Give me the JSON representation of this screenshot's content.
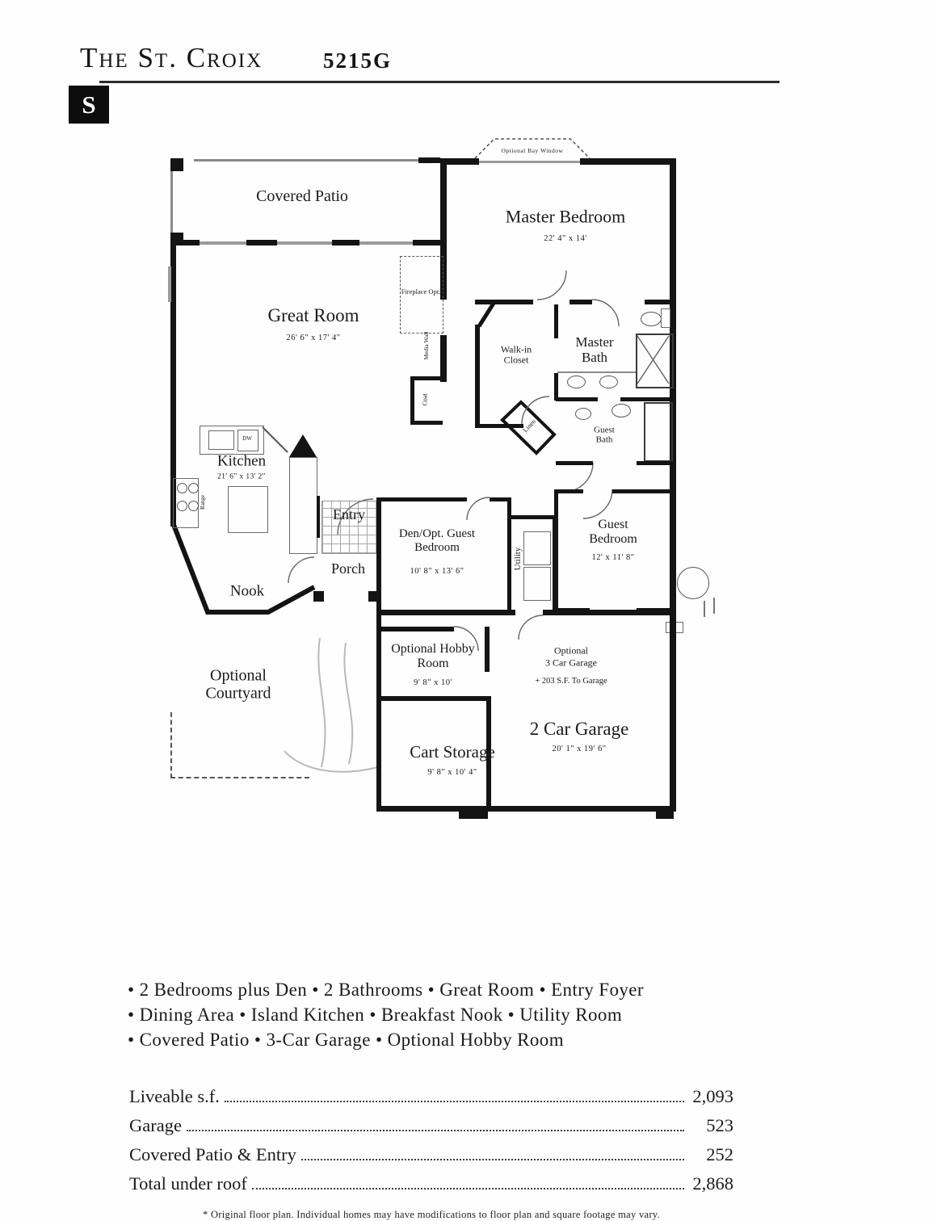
{
  "header": {
    "title": "The St. Croix",
    "plan_code": "5215G",
    "corner_letter": "S"
  },
  "plan": {
    "optional_bay_window": "Optional Bay Window",
    "covered_patio": "Covered Patio",
    "master_bedroom": {
      "name": "Master Bedroom",
      "dims": "22' 4\" x 14'"
    },
    "great_room": {
      "name": "Great Room",
      "dims": "26' 6\" x 17' 4\""
    },
    "fireplace_opt": "Fireplace Opt.",
    "media_wall": "Media Wall",
    "coat": "Coat",
    "walk_in_closet": "Walk-in Closet",
    "master_bath": "Master Bath",
    "linen": "Linen",
    "guest_bath": "Guest Bath",
    "kitchen": {
      "name": "Kitchen",
      "dims": "21' 6\" x 13' 2\"",
      "dw": "DW",
      "range": "Range"
    },
    "entry": "Entry",
    "porch": "Porch",
    "nook": "Nook",
    "den": {
      "name": "Den/Opt. Guest Bedroom",
      "dims": "10' 8\" x 13' 6\""
    },
    "utility": "Utility",
    "guest_bedroom": {
      "name": "Guest Bedroom",
      "dims": "12' x 11' 8\""
    },
    "optional_courtyard": "Optional Courtyard",
    "hobby_room": {
      "name": "Optional Hobby Room",
      "dims": "9' 8\" x 10'"
    },
    "optional_garage": {
      "line1": "Optional",
      "line2": "3 Car Garage",
      "line3": "+ 203 S.F. To Garage"
    },
    "garage": {
      "name": "2 Car Garage",
      "dims": "20' 1\" x 19' 6\""
    },
    "cart_storage": {
      "name": "Cart Storage",
      "dims": "9' 8\" x 10' 4\""
    }
  },
  "features": {
    "line1": "• 2 Bedrooms plus Den  • 2 Bathrooms • Great Room • Entry Foyer",
    "line2": "• Dining Area • Island Kitchen •  Breakfast Nook • Utility Room",
    "line3": "• Covered Patio • 3-Car Garage • Optional Hobby Room"
  },
  "stats": {
    "rows": [
      {
        "label": "Liveable s.f.",
        "value": "2,093"
      },
      {
        "label": "Garage",
        "value": "523"
      },
      {
        "label": "Covered Patio & Entry",
        "value": "252"
      },
      {
        "label": "Total under roof",
        "value": "2,868"
      }
    ],
    "disclaimer": "* Original floor plan.  Individual homes may have modifications to floor plan and square footage may vary."
  }
}
